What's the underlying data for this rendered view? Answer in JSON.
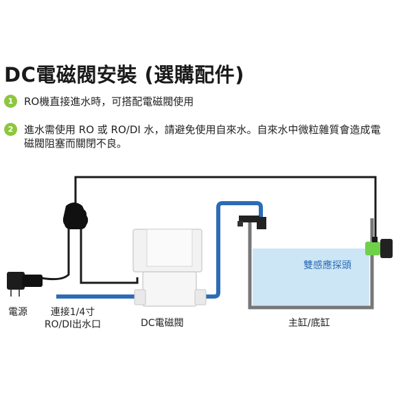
{
  "title": "DC電磁閥安裝 (選購配件)",
  "notes": [
    {
      "number": "1",
      "text": "RO機直接進水時，可搭配電磁閥使用"
    },
    {
      "number": "2",
      "text": "進水需使用 RO 或 RO/DI 水，請避免使用自來水。自來水中微粒雜質會造成電磁閥阻塞而關閉不良。"
    }
  ],
  "diagram": {
    "labels": {
      "power": "電源",
      "inlet_line1": "連接1/4寸",
      "inlet_line2": "RO/DI出水口",
      "valve": "DC電磁閥",
      "tank": "主缸/底缸",
      "sensor": "雙感應探頭"
    },
    "colors": {
      "water": "#cde6f5",
      "pipe": "#2d6cb5",
      "cable": "#1a1a1a",
      "badge": "#8dc63f",
      "sensor": "#6fd14a"
    }
  }
}
